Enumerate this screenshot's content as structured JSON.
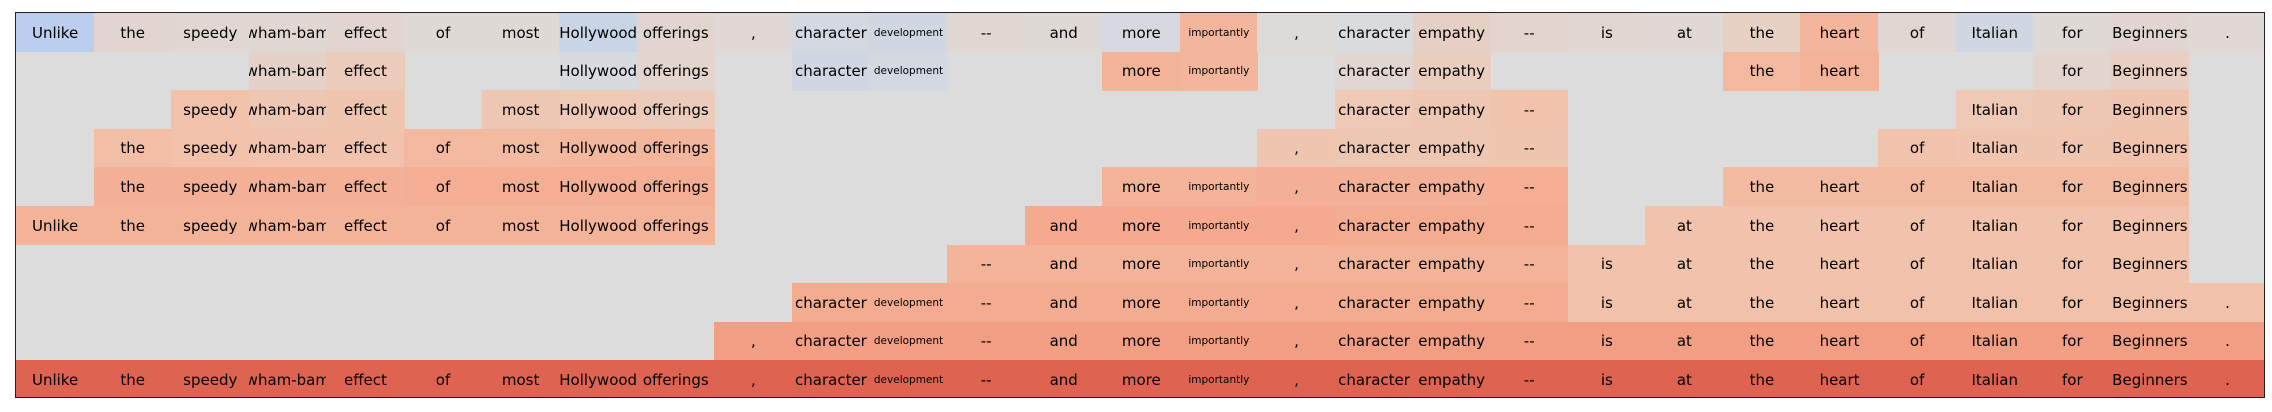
{
  "chart_data": {
    "type": "heatmap",
    "tokens": [
      "Unlike",
      "the",
      "speedy",
      "wham-bam",
      "effect",
      "of",
      "most",
      "Hollywood",
      "offerings",
      ",",
      "character",
      "development",
      "--",
      "and",
      "more",
      "importantly",
      ",",
      "character",
      "empathy",
      "--",
      "is",
      "at",
      "the",
      "heart",
      "of",
      "Italian",
      "for",
      "Beginners",
      "."
    ],
    "small_tokens": [
      11,
      15
    ],
    "background_color": "#dcdcdc",
    "rows": [
      {
        "values": [
          -0.3,
          0.07,
          0.05,
          0.05,
          0.07,
          0.03,
          0.03,
          -0.18,
          0.07,
          0.04,
          -0.08,
          -0.1,
          0.05,
          0.03,
          -0.06,
          0.38,
          0.02,
          -0.03,
          0.12,
          0.08,
          0.06,
          0.04,
          0.13,
          0.38,
          0.06,
          -0.1,
          0.03,
          0.07,
          0.04
        ],
        "labels": [
          true,
          true,
          true,
          true,
          true,
          true,
          true,
          true,
          true,
          true,
          true,
          true,
          true,
          true,
          true,
          true,
          true,
          true,
          true,
          true,
          true,
          true,
          true,
          true,
          true,
          true,
          true,
          true,
          true
        ]
      },
      {
        "values": [
          null,
          null,
          null,
          0.1,
          0.18,
          null,
          null,
          -0.05,
          0.08,
          null,
          -0.1,
          -0.08,
          null,
          null,
          0.4,
          0.38,
          null,
          0.05,
          0.15,
          null,
          null,
          null,
          0.35,
          0.4,
          null,
          null,
          0.08,
          0.14,
          null
        ],
        "labels": [
          false,
          false,
          false,
          true,
          true,
          false,
          false,
          true,
          true,
          false,
          true,
          true,
          false,
          false,
          true,
          true,
          false,
          true,
          true,
          false,
          false,
          false,
          true,
          true,
          false,
          false,
          true,
          true,
          false
        ]
      },
      {
        "values": [
          null,
          null,
          0.28,
          0.22,
          0.24,
          null,
          0.22,
          0.2,
          0.18,
          null,
          null,
          null,
          null,
          null,
          null,
          null,
          null,
          0.2,
          0.22,
          0.26,
          null,
          null,
          null,
          null,
          null,
          0.2,
          0.22,
          0.24,
          null
        ],
        "labels": [
          false,
          false,
          true,
          true,
          true,
          false,
          true,
          true,
          true,
          false,
          false,
          false,
          false,
          false,
          false,
          false,
          false,
          true,
          true,
          true,
          false,
          false,
          false,
          false,
          false,
          true,
          true,
          true,
          false
        ]
      },
      {
        "values": [
          null,
          0.3,
          0.28,
          0.26,
          0.26,
          0.35,
          0.34,
          0.36,
          0.38,
          null,
          null,
          null,
          null,
          null,
          null,
          null,
          0.24,
          0.22,
          0.22,
          0.24,
          null,
          null,
          null,
          null,
          0.26,
          0.24,
          0.24,
          0.26,
          null
        ],
        "labels": [
          false,
          true,
          true,
          true,
          true,
          true,
          true,
          true,
          true,
          false,
          false,
          false,
          false,
          false,
          false,
          false,
          true,
          true,
          true,
          true,
          false,
          false,
          false,
          false,
          true,
          true,
          true,
          true,
          false
        ]
      },
      {
        "values": [
          null,
          0.42,
          0.42,
          0.42,
          0.42,
          0.44,
          0.44,
          0.44,
          0.44,
          null,
          null,
          null,
          null,
          null,
          0.4,
          0.4,
          0.42,
          0.42,
          0.42,
          0.44,
          null,
          null,
          0.34,
          0.34,
          0.34,
          0.34,
          0.34,
          0.34,
          null
        ],
        "labels": [
          false,
          true,
          true,
          true,
          true,
          true,
          true,
          true,
          true,
          false,
          false,
          false,
          false,
          false,
          true,
          true,
          true,
          true,
          true,
          true,
          false,
          false,
          true,
          true,
          true,
          true,
          true,
          true,
          false
        ]
      },
      {
        "values": [
          0.4,
          0.4,
          0.4,
          0.4,
          0.4,
          0.4,
          0.4,
          0.4,
          0.4,
          null,
          null,
          null,
          null,
          0.48,
          0.48,
          0.48,
          0.48,
          0.46,
          0.46,
          0.46,
          null,
          0.26,
          0.26,
          0.26,
          0.26,
          0.26,
          0.26,
          0.26,
          null
        ],
        "labels": [
          true,
          true,
          true,
          true,
          true,
          true,
          true,
          true,
          true,
          false,
          false,
          false,
          false,
          true,
          true,
          true,
          true,
          true,
          true,
          true,
          false,
          true,
          true,
          true,
          true,
          true,
          true,
          true,
          false
        ]
      },
      {
        "values": [
          null,
          null,
          null,
          null,
          null,
          null,
          null,
          null,
          null,
          null,
          null,
          null,
          0.4,
          0.4,
          0.4,
          0.4,
          0.4,
          0.4,
          0.4,
          0.4,
          0.26,
          0.26,
          0.26,
          0.26,
          0.26,
          0.26,
          0.26,
          0.26,
          null
        ],
        "labels": [
          false,
          false,
          false,
          false,
          false,
          false,
          false,
          false,
          false,
          false,
          false,
          false,
          true,
          true,
          true,
          true,
          true,
          true,
          true,
          true,
          true,
          true,
          true,
          true,
          true,
          true,
          true,
          true,
          false
        ]
      },
      {
        "values": [
          null,
          null,
          null,
          null,
          null,
          null,
          null,
          null,
          null,
          null,
          0.46,
          0.46,
          0.46,
          0.46,
          0.46,
          0.46,
          0.46,
          0.46,
          0.46,
          0.46,
          0.28,
          0.28,
          0.28,
          0.28,
          0.28,
          0.28,
          0.28,
          0.28,
          0.28
        ],
        "labels": [
          false,
          false,
          false,
          false,
          false,
          false,
          false,
          false,
          false,
          false,
          true,
          true,
          true,
          true,
          true,
          true,
          true,
          true,
          true,
          true,
          true,
          true,
          true,
          true,
          true,
          true,
          true,
          true,
          true
        ]
      },
      {
        "values": [
          null,
          null,
          null,
          null,
          null,
          null,
          null,
          null,
          null,
          0.55,
          0.55,
          0.55,
          0.55,
          0.55,
          0.55,
          0.55,
          0.55,
          0.55,
          0.55,
          0.55,
          0.55,
          0.55,
          0.55,
          0.55,
          0.55,
          0.55,
          0.55,
          0.55,
          0.55
        ],
        "labels": [
          false,
          false,
          false,
          false,
          false,
          false,
          false,
          false,
          false,
          true,
          true,
          true,
          true,
          true,
          true,
          true,
          true,
          true,
          true,
          true,
          true,
          true,
          true,
          true,
          true,
          true,
          true,
          true,
          true
        ]
      },
      {
        "values": [
          0.85,
          0.85,
          0.85,
          0.85,
          0.85,
          0.85,
          0.85,
          0.85,
          0.85,
          0.85,
          0.85,
          0.85,
          0.85,
          0.85,
          0.85,
          0.85,
          0.85,
          0.85,
          0.85,
          0.85,
          0.85,
          0.85,
          0.85,
          0.85,
          0.85,
          0.85,
          0.85,
          0.85,
          0.85
        ],
        "labels": [
          true,
          true,
          true,
          true,
          true,
          true,
          true,
          true,
          true,
          true,
          true,
          true,
          true,
          true,
          true,
          true,
          true,
          true,
          true,
          true,
          true,
          true,
          true,
          true,
          true,
          true,
          true,
          true,
          true
        ]
      }
    ]
  }
}
